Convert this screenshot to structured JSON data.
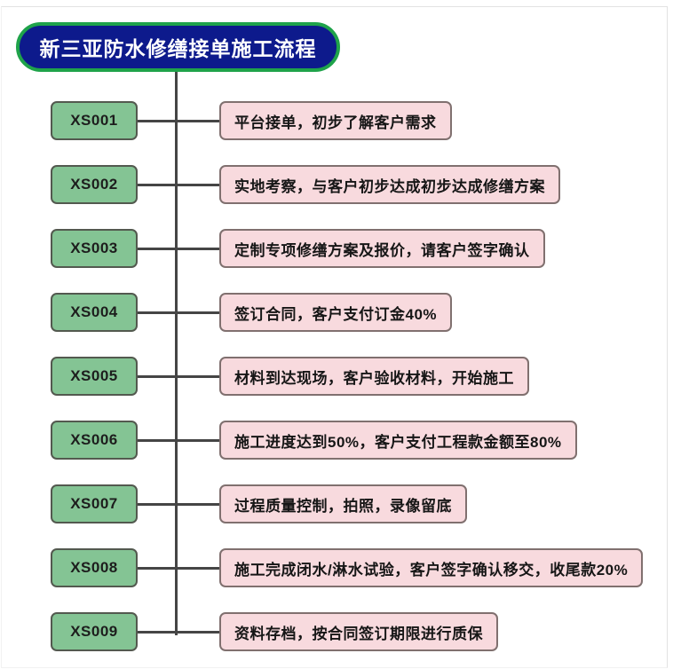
{
  "title": "新三亚防水修缮接单施工流程",
  "colors": {
    "title_fill": "#0d1a8c",
    "title_border": "#1fa34a",
    "title_text": "#ffffff",
    "code_fill": "#84c494",
    "code_border": "#53594f",
    "desc_fill": "#f8dade",
    "desc_border": "#80706f",
    "connector": "#454545",
    "background": "#ffffff"
  },
  "steps": [
    {
      "code": "XS001",
      "desc": "平台接单，初步了解客户需求"
    },
    {
      "code": "XS002",
      "desc": "实地考察，与客户初步达成初步达成修缮方案"
    },
    {
      "code": "XS003",
      "desc": "定制专项修缮方案及报价，请客户签字确认"
    },
    {
      "code": "XS004",
      "desc": "签订合同，客户支付订金40%"
    },
    {
      "code": "XS005",
      "desc": "材料到达现场，客户验收材料，开始施工"
    },
    {
      "code": "XS006",
      "desc": "施工进度达到50%，客户支付工程款金额至80%"
    },
    {
      "code": "XS007",
      "desc": "过程质量控制，拍照，录像留底"
    },
    {
      "code": "XS008",
      "desc": "施工完成闭水/淋水试验，客户签字确认移交，收尾款20%"
    },
    {
      "code": "XS009",
      "desc": "资料存档，按合同签订期限进行质保"
    }
  ]
}
